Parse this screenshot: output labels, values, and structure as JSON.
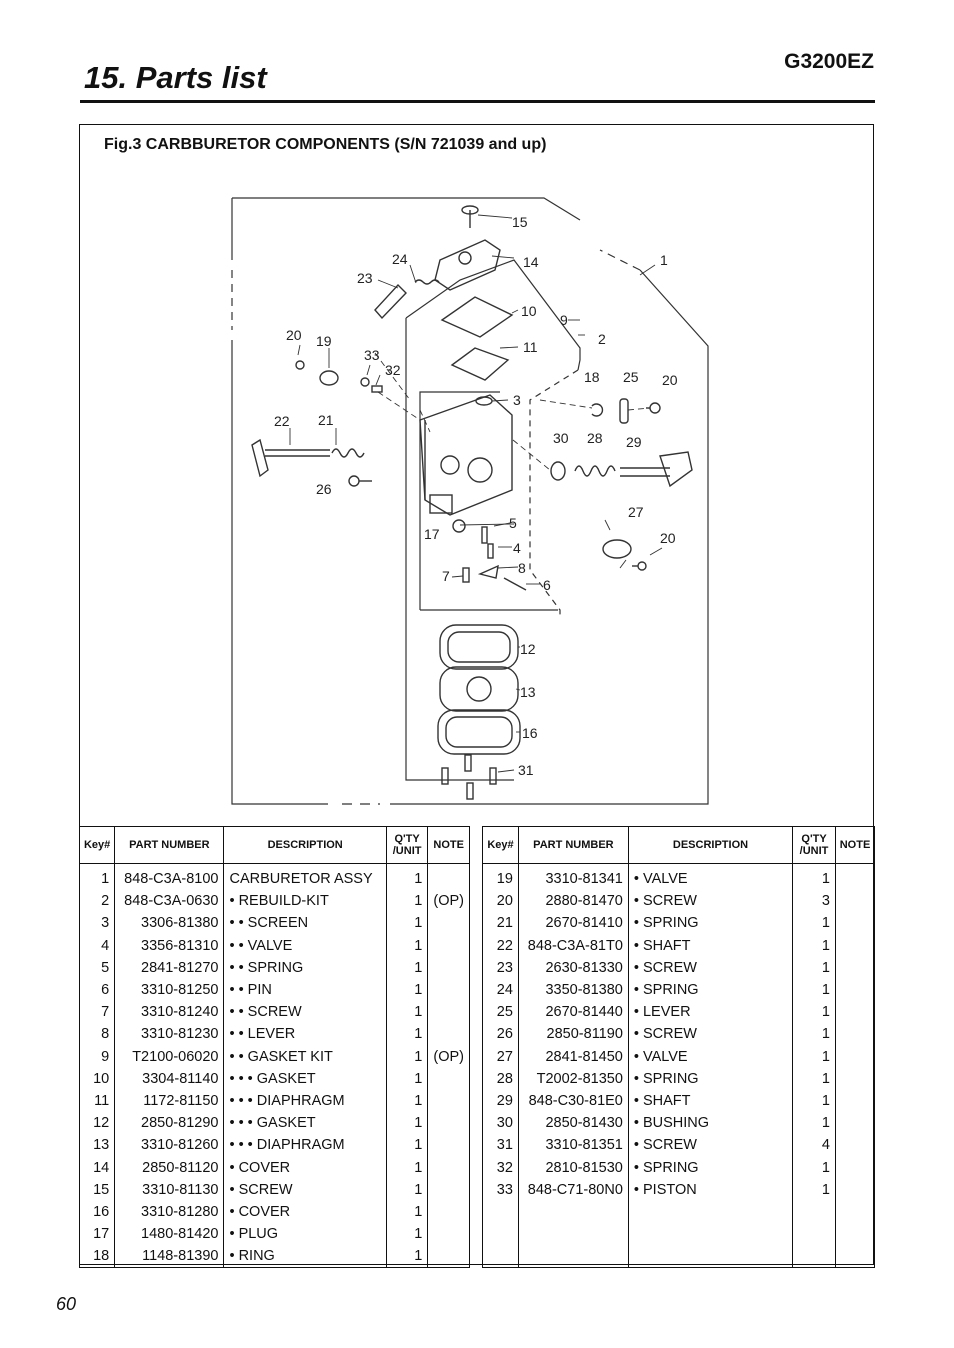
{
  "header": {
    "title": "15. Parts list",
    "model": "G3200EZ"
  },
  "figure": {
    "caption": "Fig.3 CARBBURETOR COMPONENTS (S/N 721039 and up)",
    "callouts": [
      "1",
      "2",
      "3",
      "4",
      "5",
      "6",
      "7",
      "8",
      "9",
      "10",
      "11",
      "12",
      "13",
      "14",
      "15",
      "16",
      "17",
      "18",
      "19",
      "20",
      "20",
      "20",
      "21",
      "22",
      "23",
      "24",
      "25",
      "26",
      "27",
      "28",
      "29",
      "30",
      "31",
      "32",
      "33"
    ]
  },
  "table": {
    "headers": {
      "key": "Key#",
      "part_number": "PART NUMBER",
      "description": "DESCRIPTION",
      "qty_line1": "Q'TY",
      "qty_line2": "/UNIT",
      "note": "NOTE"
    },
    "left": [
      {
        "key": "1",
        "pn": "848-C3A-8100",
        "desc": "CARBURETOR ASSY",
        "qty": "1",
        "note": ""
      },
      {
        "key": "2",
        "pn": "848-C3A-0630",
        "desc": "• REBUILD-KIT",
        "qty": "1",
        "note": "(OP)"
      },
      {
        "key": "3",
        "pn": "3306-81380",
        "desc": "• • SCREEN",
        "qty": "1",
        "note": ""
      },
      {
        "key": "4",
        "pn": "3356-81310",
        "desc": "• • VALVE",
        "qty": "1",
        "note": ""
      },
      {
        "key": "5",
        "pn": "2841-81270",
        "desc": "• • SPRING",
        "qty": "1",
        "note": ""
      },
      {
        "key": "6",
        "pn": "3310-81250",
        "desc": "• • PIN",
        "qty": "1",
        "note": ""
      },
      {
        "key": "7",
        "pn": "3310-81240",
        "desc": "• • SCREW",
        "qty": "1",
        "note": ""
      },
      {
        "key": "8",
        "pn": "3310-81230",
        "desc": "• • LEVER",
        "qty": "1",
        "note": ""
      },
      {
        "key": "9",
        "pn": "T2100-06020",
        "desc": "• • GASKET KIT",
        "qty": "1",
        "note": "(OP)"
      },
      {
        "key": "10",
        "pn": "3304-81140",
        "desc": "• • • GASKET",
        "qty": "1",
        "note": ""
      },
      {
        "key": "11",
        "pn": "1172-81150",
        "desc": "• • • DIAPHRAGM",
        "qty": "1",
        "note": ""
      },
      {
        "key": "12",
        "pn": "2850-81290",
        "desc": "• • • GASKET",
        "qty": "1",
        "note": ""
      },
      {
        "key": "13",
        "pn": "3310-81260",
        "desc": "• • • DIAPHRAGM",
        "qty": "1",
        "note": ""
      },
      {
        "key": "14",
        "pn": "2850-81120",
        "desc": "• COVER",
        "qty": "1",
        "note": ""
      },
      {
        "key": "15",
        "pn": "3310-81130",
        "desc": "• SCREW",
        "qty": "1",
        "note": ""
      },
      {
        "key": "16",
        "pn": "3310-81280",
        "desc": "• COVER",
        "qty": "1",
        "note": ""
      },
      {
        "key": "17",
        "pn": "1480-81420",
        "desc": "• PLUG",
        "qty": "1",
        "note": ""
      },
      {
        "key": "18",
        "pn": "1148-81390",
        "desc": "• RING",
        "qty": "1",
        "note": ""
      }
    ],
    "right": [
      {
        "key": "19",
        "pn": "3310-81341",
        "desc": "• VALVE",
        "qty": "1",
        "note": ""
      },
      {
        "key": "20",
        "pn": "2880-81470",
        "desc": "• SCREW",
        "qty": "3",
        "note": ""
      },
      {
        "key": "21",
        "pn": "2670-81410",
        "desc": "• SPRING",
        "qty": "1",
        "note": ""
      },
      {
        "key": "22",
        "pn": "848-C3A-81T0",
        "desc": "• SHAFT",
        "qty": "1",
        "note": ""
      },
      {
        "key": "23",
        "pn": "2630-81330",
        "desc": "• SCREW",
        "qty": "1",
        "note": ""
      },
      {
        "key": "24",
        "pn": "3350-81380",
        "desc": "• SPRING",
        "qty": "1",
        "note": ""
      },
      {
        "key": "25",
        "pn": "2670-81440",
        "desc": "• LEVER",
        "qty": "1",
        "note": ""
      },
      {
        "key": "26",
        "pn": "2850-81190",
        "desc": "• SCREW",
        "qty": "1",
        "note": ""
      },
      {
        "key": "27",
        "pn": "2841-81450",
        "desc": "• VALVE",
        "qty": "1",
        "note": ""
      },
      {
        "key": "28",
        "pn": "T2002-81350",
        "desc": "• SPRING",
        "qty": "1",
        "note": ""
      },
      {
        "key": "29",
        "pn": "848-C30-81E0",
        "desc": "• SHAFT",
        "qty": "1",
        "note": ""
      },
      {
        "key": "30",
        "pn": "2850-81430",
        "desc": "• BUSHING",
        "qty": "1",
        "note": ""
      },
      {
        "key": "31",
        "pn": "3310-81351",
        "desc": "• SCREW",
        "qty": "4",
        "note": ""
      },
      {
        "key": "32",
        "pn": "2810-81530",
        "desc": "• SPRING",
        "qty": "1",
        "note": ""
      },
      {
        "key": "33",
        "pn": "848-C71-80N0",
        "desc": "• PISTON",
        "qty": "1",
        "note": ""
      }
    ]
  },
  "page_number": "60"
}
